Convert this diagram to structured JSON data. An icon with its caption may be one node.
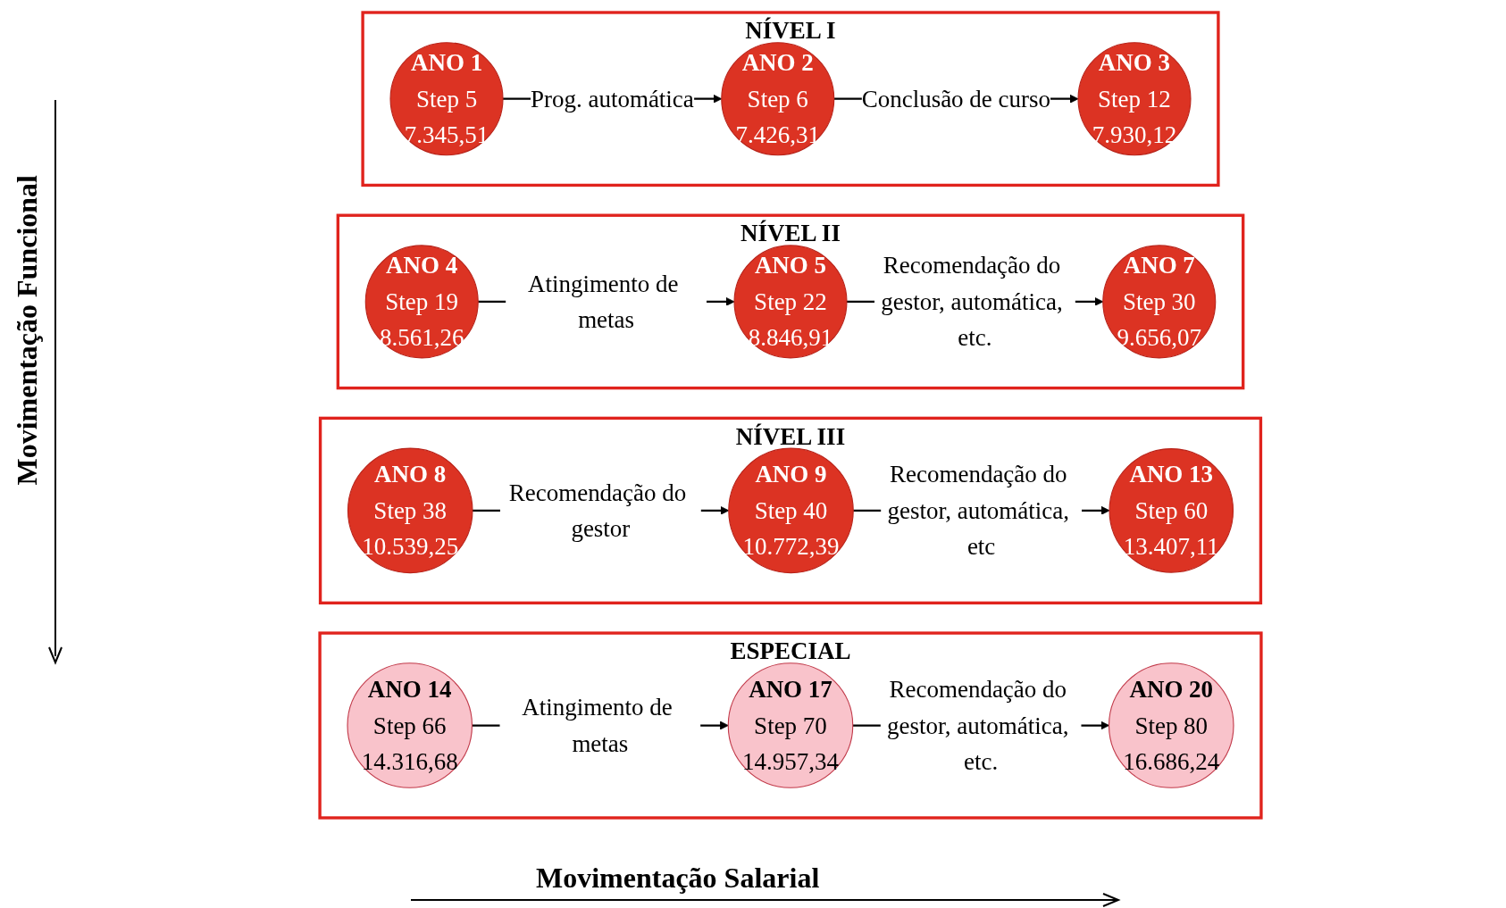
{
  "diagram": {
    "nodes": [
      {
        "text": [
          "NÍVEL I"
        ]
      },
      {
        "text": [
          "ANO 1",
          "Step 5",
          "7.345,51"
        ],
        "in": 0
      },
      {
        "text": [
          "ANO 2",
          "Step 6",
          "7.426,31"
        ],
        "in": 0
      },
      {
        "text": [
          "ANO 3",
          "Step 12",
          "7.930,12"
        ],
        "in": 0
      },
      {
        "text": [
          "NÍVEL II"
        ]
      },
      {
        "text": [
          "ANO 4",
          "Step 19",
          "8.561,26"
        ],
        "in": 4
      },
      {
        "text": [
          "ANO 5",
          "Step 22",
          "8.846,91"
        ],
        "in": 4
      },
      {
        "text": [
          "ANO 7",
          "Step 30",
          "9.656,07"
        ],
        "in": 4
      },
      {
        "text": [
          "NÍVEL III"
        ]
      },
      {
        "text": [
          "ANO 8",
          "Step 38",
          "10.539,25"
        ],
        "in": 8
      },
      {
        "text": [
          "ANO 9",
          "Step 40",
          "10.772,39"
        ],
        "in": 8
      },
      {
        "text": [
          "ANO 13",
          "Step 60",
          "13.407,11"
        ],
        "in": 8
      },
      {
        "text": [
          "ESPECIAL"
        ]
      },
      {
        "text": [
          "ANO 14",
          "Step 66",
          "14.316,68"
        ],
        "in": 12
      },
      {
        "text": [
          "ANO 17",
          "Step 70",
          "14.957,34"
        ],
        "in": 12
      },
      {
        "text": [
          "ANO 20",
          "Step 80",
          "16.686,24"
        ],
        "in": 12
      }
    ],
    "edges": [
      {
        "from": 1,
        "to": 2,
        "arrow": "to",
        "label": "Prog. automática"
      },
      {
        "from": 2,
        "to": 3,
        "arrow": "to",
        "label": "Conclusão de curso"
      },
      {
        "from": 5,
        "to": 6,
        "arrow": "to",
        "label": "Atingimento de metas"
      },
      {
        "from": 6,
        "to": 7,
        "arrow": "to",
        "label": "Recomendação do gestor, automática, etc."
      },
      {
        "from": 9,
        "to": 10,
        "arrow": "to",
        "label": "Recomendação do gestor"
      },
      {
        "from": 10,
        "to": 11,
        "arrow": "to",
        "label": "Recomendação do gestor, automática, etc"
      },
      {
        "from": 13,
        "to": 14,
        "arrow": "to",
        "label": "Atingimento de metas"
      },
      {
        "from": 14,
        "to": 15,
        "arrow": "to",
        "label": "Recomendação do gestor, automática, etc."
      }
    ],
    "labels": [
      "Movimentação Funcional",
      "Movimentação Salarial"
    ]
  }
}
